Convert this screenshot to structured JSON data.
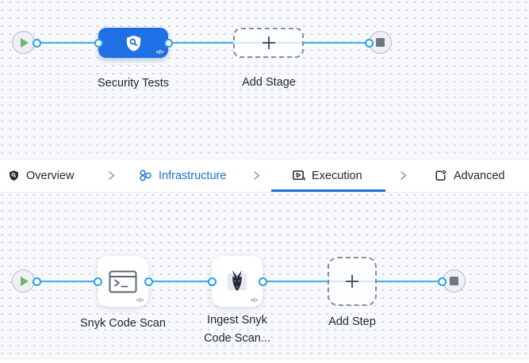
{
  "stage_canvas": {
    "stage_label": "Security Tests",
    "add_stage_label": "Add Stage",
    "code_glyph": "</>"
  },
  "tab_bar": {
    "tabs": [
      {
        "label": "Overview"
      },
      {
        "label": "Infrastructure"
      },
      {
        "label": "Execution"
      },
      {
        "label": "Advanced"
      }
    ],
    "active_tab": "Execution"
  },
  "step_canvas": {
    "steps": [
      {
        "label": "Snyk Code Scan"
      },
      {
        "label": "Ingest Snyk Code Scan..."
      }
    ],
    "add_step_label": "Add Step",
    "code_glyph": "</>"
  },
  "colors": {
    "node_blue": "#1f70e4",
    "edge_blue": "#45ade6",
    "connector_dot_blue": "#2ba0e0",
    "tab_active_blue": "#1b6fd6",
    "play_green": "#68ba68",
    "stop_gray": "#6e7687",
    "canvas_bg": "#f7f9fc"
  }
}
